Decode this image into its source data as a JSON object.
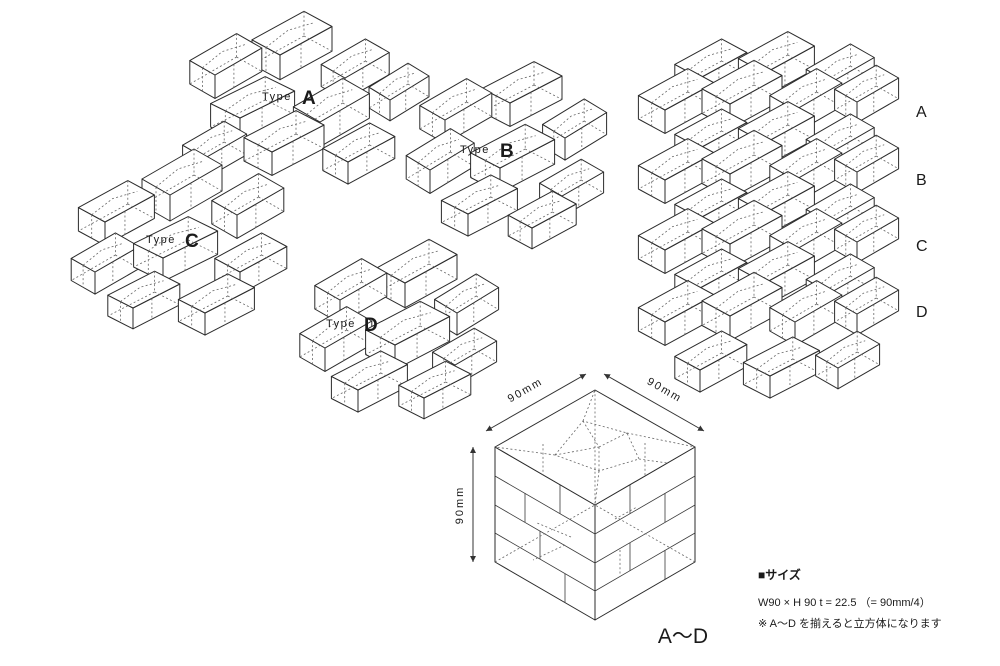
{
  "diagram": {
    "type_groups": [
      {
        "prefix": "Type",
        "letter": "A"
      },
      {
        "prefix": "Type",
        "letter": "B"
      },
      {
        "prefix": "Type",
        "letter": "C"
      },
      {
        "prefix": "Type",
        "letter": "D"
      }
    ],
    "stack_labels": [
      "A",
      "B",
      "C",
      "D"
    ],
    "cube": {
      "dim_top_left": "90mm",
      "dim_top_right": "90mm",
      "dim_left": "90mm",
      "range_label": "A～D"
    },
    "size_note": {
      "heading": "■サイズ",
      "line1": "W90 × H 90  t = 22.5 （= 90mm/4）",
      "line2": "※ A～D を揃えると立方体になります"
    }
  }
}
